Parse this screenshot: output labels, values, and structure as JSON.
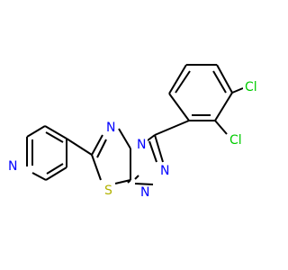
{
  "molecule": {
    "atoms": [
      {
        "id": "n_pyridine",
        "element": "N",
        "label": "N",
        "color": "#0000ff"
      },
      {
        "id": "s_thiadiazole",
        "element": "S",
        "label": "S",
        "color": "#b2b200"
      },
      {
        "id": "n_thiadiazole",
        "element": "N",
        "label": "N",
        "color": "#0000ff"
      },
      {
        "id": "n_bridge",
        "element": "N",
        "label": "N",
        "color": "#0000ff"
      },
      {
        "id": "n_triazole_a",
        "element": "N",
        "label": "N",
        "color": "#0000ff"
      },
      {
        "id": "n_triazole_b",
        "element": "N",
        "label": "N",
        "color": "#0000ff"
      },
      {
        "id": "cl_top",
        "element": "Cl",
        "label": "Cl",
        "color": "#00cc00"
      },
      {
        "id": "cl_bottom",
        "element": "Cl",
        "label": "Cl",
        "color": "#00cc00"
      }
    ],
    "bond_color": "#000000"
  }
}
